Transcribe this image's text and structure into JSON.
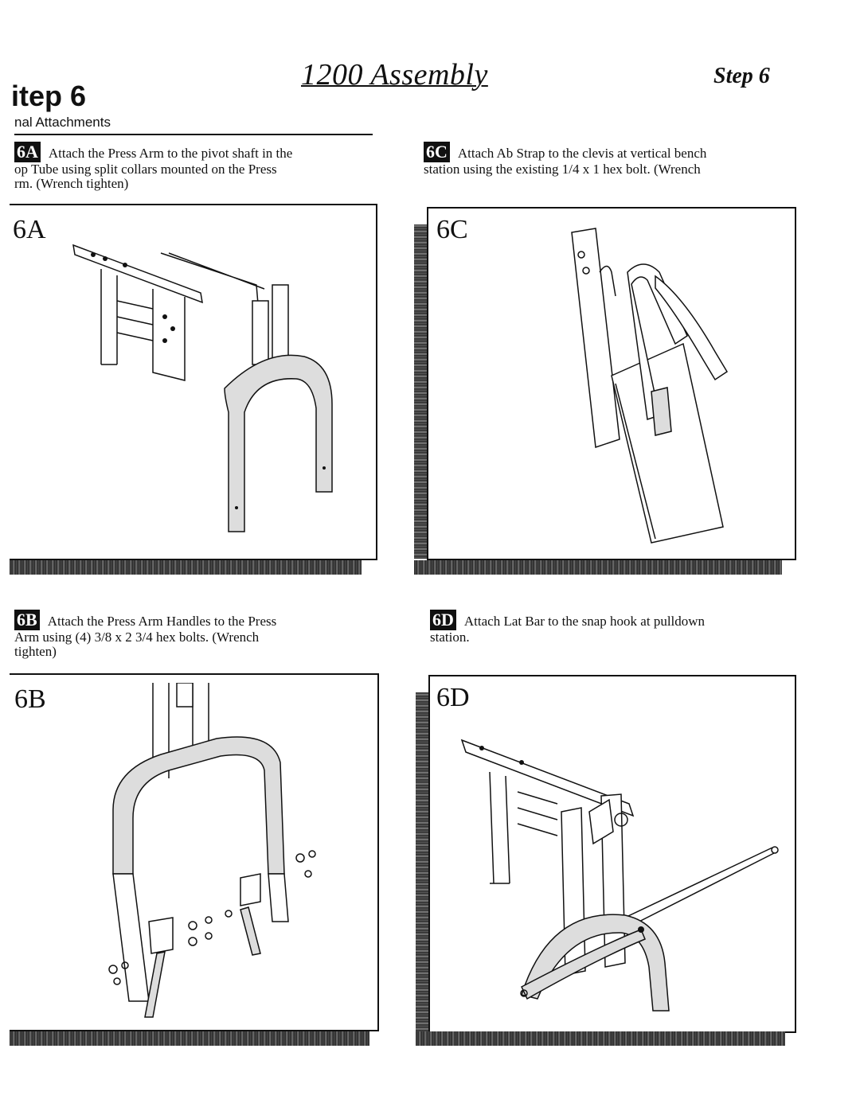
{
  "header": {
    "title": "1200 Assembly",
    "step_right": "Step 6",
    "step_left": "itep 6",
    "subtitle": "nal Attachments"
  },
  "sections": {
    "a": {
      "badge": "6A",
      "lines": [
        "Attach the Press Arm to the pivot shaft in the",
        "op Tube using split collars mounted on the Press",
        "rm. (Wrench tighten)"
      ],
      "panel_label": "6A"
    },
    "b": {
      "badge": "6B",
      "lines": [
        "Attach the Press Arm Handles to the Press",
        "Arm using (4) 3/8 x 2 3/4 hex bolts. (Wrench",
        "tighten)"
      ],
      "panel_label": "6B"
    },
    "c": {
      "badge": "6C",
      "lines": [
        "Attach Ab Strap to the clevis at vertical bench",
        "station using the existing 1/4 x 1 hex bolt. (Wrench"
      ],
      "panel_label": "6C"
    },
    "d": {
      "badge": "6D",
      "lines": [
        "Attach Lat Bar to the snap hook at pulldown",
        "station."
      ],
      "panel_label": "6D"
    }
  },
  "figures": {
    "a": "press-arm-to-top-tube-icon",
    "b": "press-arm-handles-icon",
    "c": "ab-strap-clevis-icon",
    "d": "lat-bar-snap-hook-icon"
  }
}
